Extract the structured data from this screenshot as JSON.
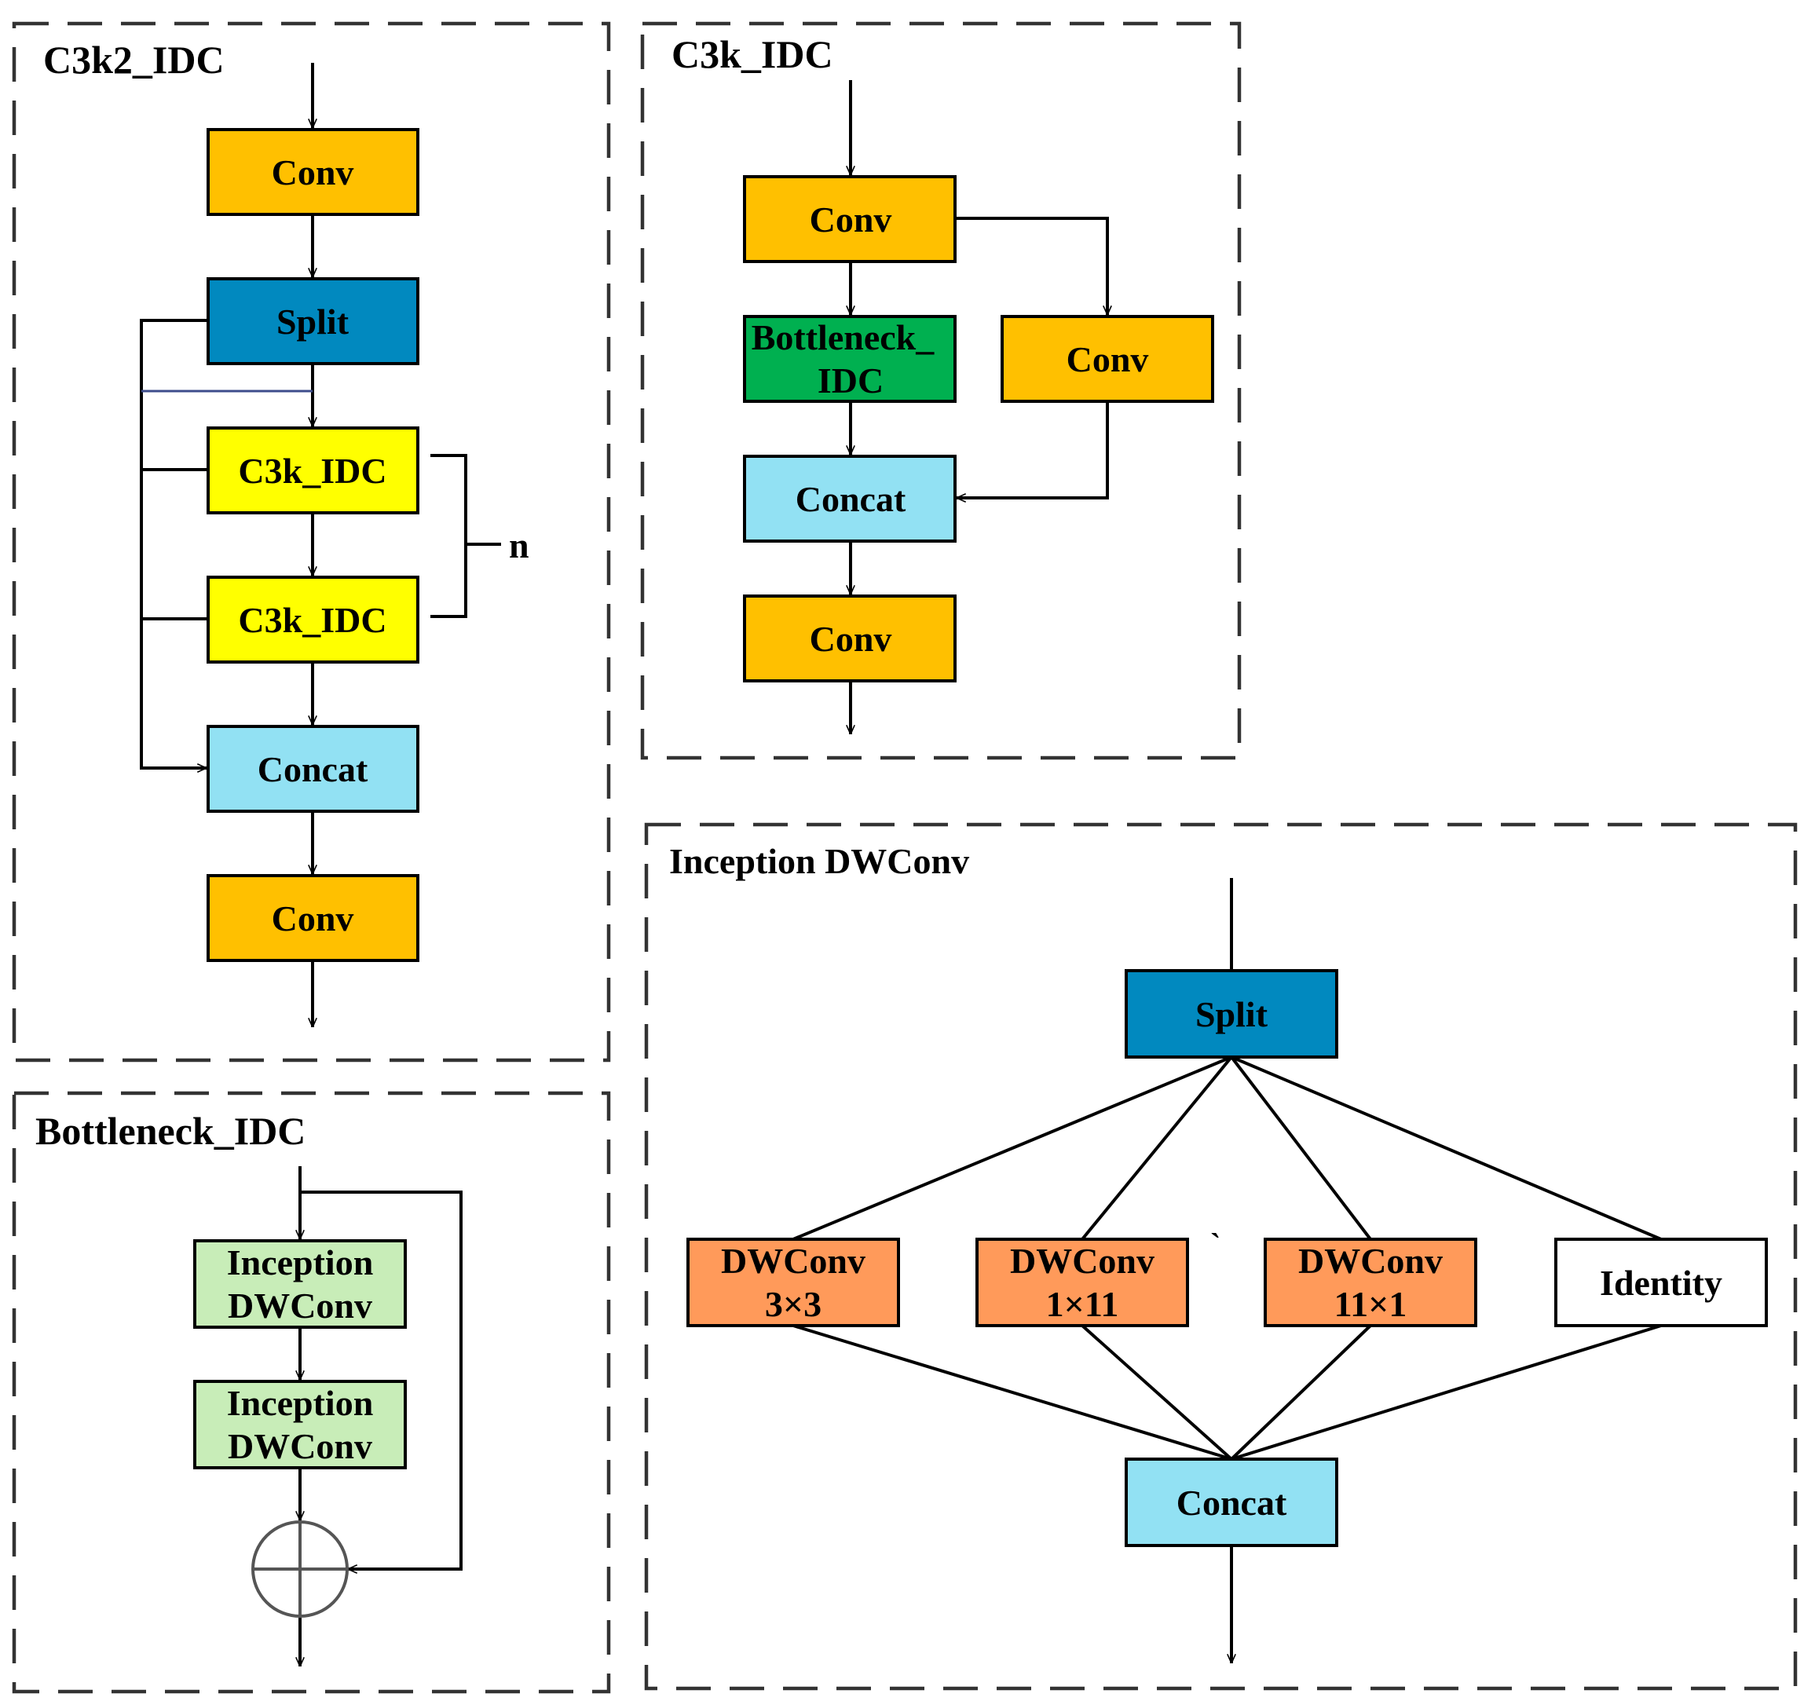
{
  "colors": {
    "conv": "#FFC000",
    "split": "#0189BF",
    "c3k": "#FFFF00",
    "concat": "#92E1F3",
    "bottleneck": "#00B050",
    "inception": "#C8EDB8",
    "dwconv": "#FF9A5A",
    "identity": "#FFFFFF",
    "stroke": "#000000",
    "dash": "#333333",
    "thin_line": "#3D4D8C",
    "add_node": "#555555"
  },
  "panels": {
    "c3k2": {
      "title": "C3k2_IDC",
      "blocks": {
        "conv_top": "Conv",
        "split": "Split",
        "c3k_1": "C3k_IDC",
        "c3k_2": "C3k_IDC",
        "concat": "Concat",
        "conv_bottom": "Conv"
      },
      "repeat_label": "n"
    },
    "c3k": {
      "title": "C3k_IDC",
      "blocks": {
        "conv_top": "Conv",
        "bottleneck": [
          "Bottleneck_",
          "IDC"
        ],
        "conv_side": "Conv",
        "concat": "Concat",
        "conv_bottom": "Conv"
      }
    },
    "bottleneck": {
      "title": "Bottleneck_IDC",
      "blocks": {
        "inception_1": [
          "Inception",
          "DWConv"
        ],
        "inception_2": [
          "Inception",
          "DWConv"
        ]
      }
    },
    "inception": {
      "title": "Inception DWConv",
      "stray_mark": "`",
      "blocks": {
        "split": "Split",
        "dw3": [
          "DWConv",
          "3×3"
        ],
        "dw1x11": [
          "DWConv",
          "1×11"
        ],
        "dw11x1": [
          "DWConv",
          "11×1"
        ],
        "identity": "Identity",
        "concat": "Concat"
      }
    }
  }
}
